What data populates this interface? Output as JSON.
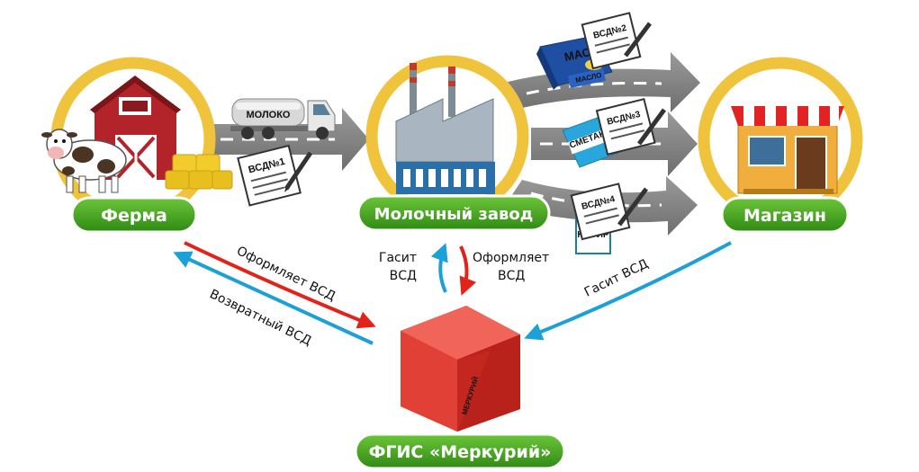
{
  "nodes": {
    "farm": "Ферма",
    "dairy": "Молочный завод",
    "shop": "Магазин",
    "mercury": "ФГИС «Меркурий»"
  },
  "truck_label": "МОЛОКО",
  "docs": {
    "doc1": "ВСД№1",
    "doc2": "ВСД№2",
    "doc3": "ВСД№3",
    "doc4": "ВСД№4"
  },
  "products": {
    "butter": "МАСЛО",
    "butter_small": "МАСЛО",
    "sour_cream": "СМЕТАНА",
    "kefir": "КЕФИР"
  },
  "cube_label": "МЕРКУРИЙ",
  "flows": {
    "issue_vsd": "Оформляет ВСД",
    "return_vsd": "Возвратный ВСД",
    "dairy_cancel_1": "Гасит",
    "dairy_cancel_2": "ВСД",
    "dairy_issue_1": "Оформляет",
    "dairy_issue_2": "ВСД",
    "shop_cancel": "Гасит ВСД"
  },
  "colors": {
    "ring": "#f0c33c",
    "pill": "#3e9e1c",
    "red_arrow": "#e2231a",
    "blue_arrow": "#1ba0d8",
    "road": "#8a8a8a",
    "cube": "#e23b32"
  }
}
